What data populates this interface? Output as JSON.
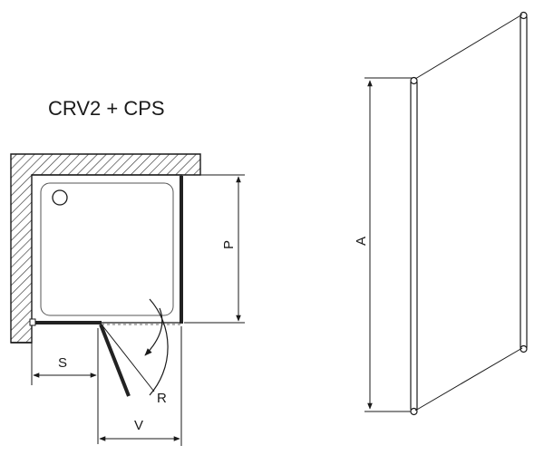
{
  "title": "CRV2 + CPS",
  "labels": {
    "p": "P",
    "s": "S",
    "r": "R",
    "v": "V",
    "a": "A"
  },
  "colors": {
    "background": "#ffffff",
    "line": "#1a1a1a",
    "hatch_fill": "#ffffff",
    "profile": "#222222",
    "panel_frame": "#b8b8b8"
  }
}
